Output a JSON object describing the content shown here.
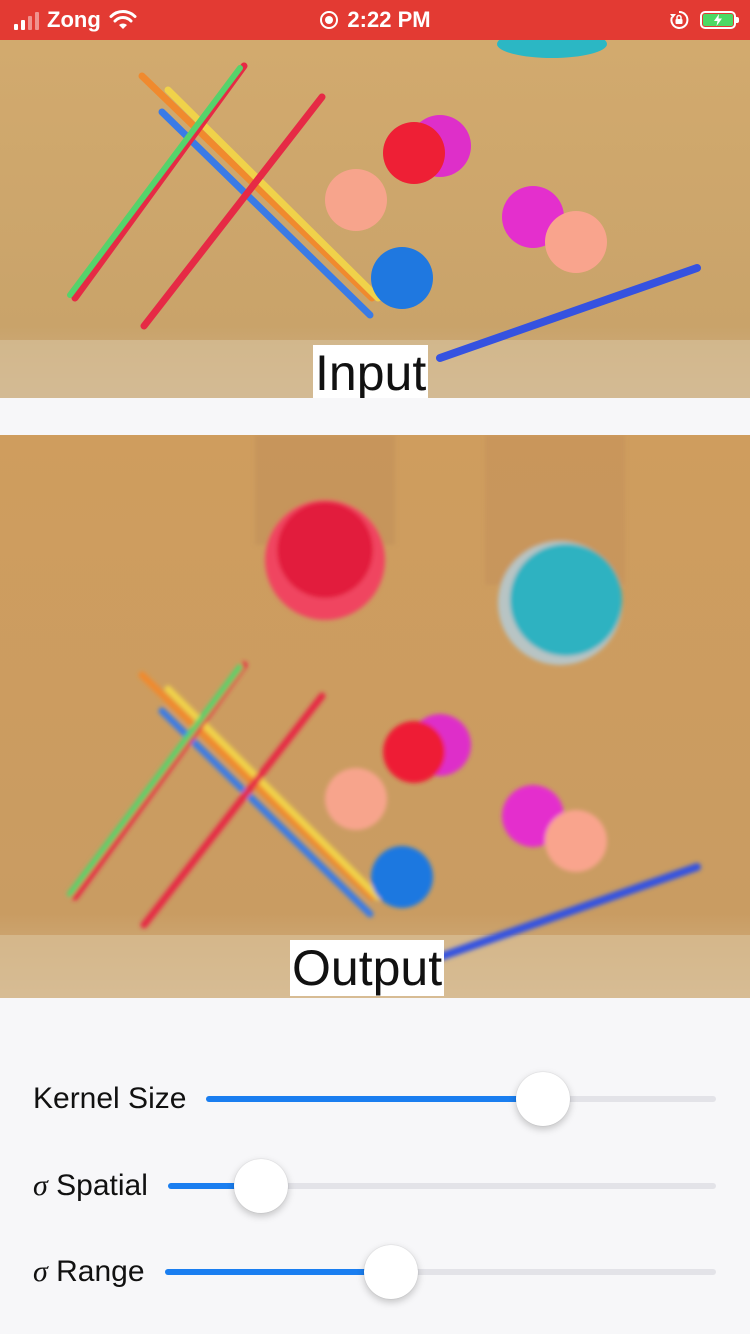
{
  "status_bar": {
    "carrier": "Zong",
    "time": "2:22 PM",
    "colors": {
      "background": "#e33a33",
      "battery_fill": "#4cd964"
    },
    "icons": [
      "signal-icon",
      "wifi-icon",
      "location-icon",
      "rotation-lock-icon",
      "battery-charging-icon"
    ]
  },
  "input_panel": {
    "label": "Input"
  },
  "output_panel": {
    "label": "Output"
  },
  "controls": {
    "accent_color": "#1a7ef0",
    "sliders": [
      {
        "name": "kernel-size",
        "label": "Kernel Size",
        "value": 0.66
      },
      {
        "name": "sigma-spatial",
        "symbol": "σ",
        "label": "Spatial",
        "value": 0.17
      },
      {
        "name": "sigma-range",
        "symbol": "σ",
        "label": "Range",
        "value": 0.41
      }
    ]
  }
}
